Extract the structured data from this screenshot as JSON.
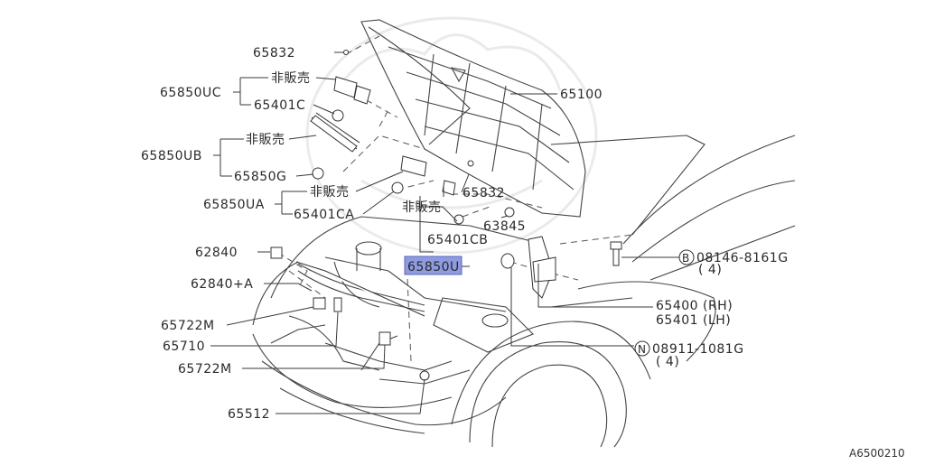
{
  "diagram": {
    "reference_code": "A6500210",
    "highlight_color": "#8f9be0",
    "parts": {
      "p65832_top": "65832",
      "p65850UC": "65850UC",
      "p65850UC_ns": "非販売",
      "p65401C": "65401C",
      "p65100": "65100",
      "p65850UB": "65850UB",
      "p65850UB_ns": "非販売",
      "p65850G": "65850G",
      "p65850UA": "65850UA",
      "p65850UA_ns": "非販売",
      "p65401CA": "65401CA",
      "p65832_mid": "65832",
      "p65850U_ns": "非販売",
      "p63845": "63845",
      "p65401CB": "65401CB",
      "p65850U": "65850U",
      "p62840": "62840",
      "p62840A": "62840+A",
      "p65722M_a": "65722M",
      "p65710": "65710",
      "p65722M_b": "65722M",
      "p65512": "65512",
      "p65400": "65400 (RH)",
      "p65401": "65401 (LH)",
      "bolt_b_letter": "B",
      "bolt_b_num": "08146-8161G",
      "bolt_b_qty": "( 4)",
      "nut_n_letter": "N",
      "nut_n_num": "08911-1081G",
      "nut_n_qty": "( 4)"
    }
  }
}
